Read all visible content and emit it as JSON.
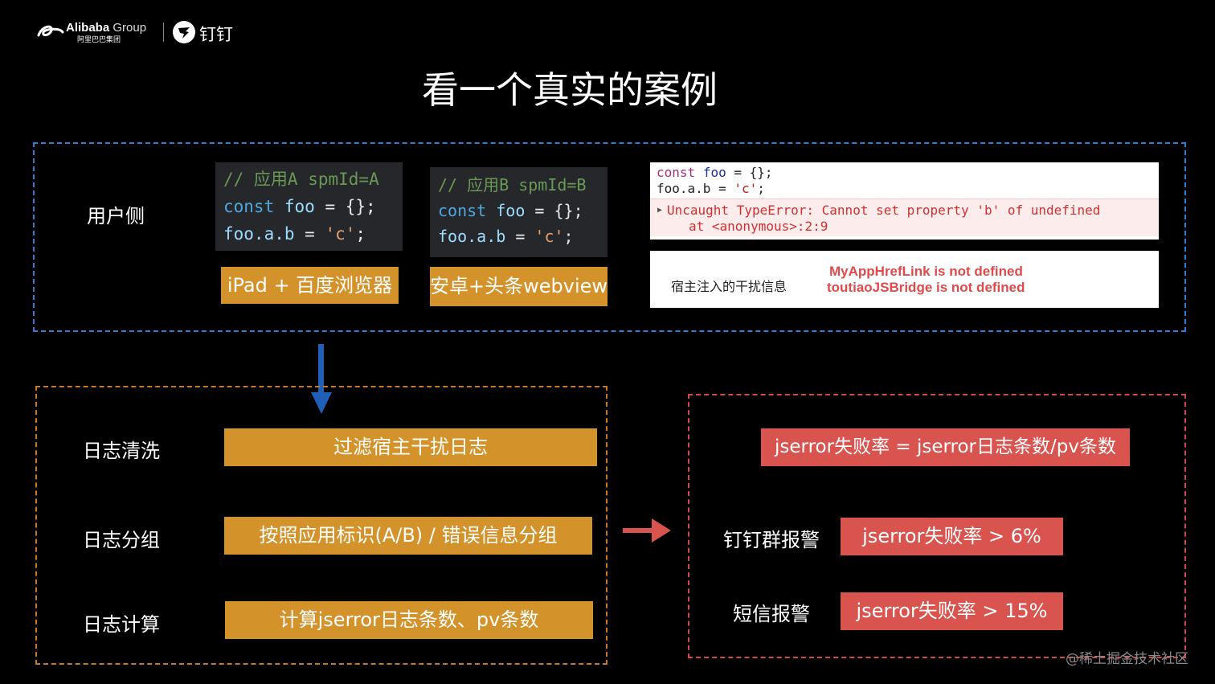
{
  "header": {
    "alibaba_brand": "Alibaba",
    "alibaba_group": "Group",
    "alibaba_sub": "阿里巴巴集团",
    "dingtalk": "钉钉"
  },
  "title": "看一个真实的案例",
  "user_side": {
    "label": "用户侧",
    "code_a": {
      "comment": "// 应用A spmId=A",
      "kw": "const",
      "var": "foo",
      "rest1": " = {};",
      "line2_obj": "foo.a.b",
      "line2_eq": " = ",
      "line2_str": "'c'",
      "line2_end": ";"
    },
    "code_b": {
      "comment": "// 应用B spmId=B",
      "kw": "const",
      "var": "foo",
      "rest1": " = {};",
      "line2_obj": "foo.a.b",
      "line2_eq": " = ",
      "line2_str": "'c'",
      "line2_end": ";"
    },
    "env_a": "iPad + 百度浏览器",
    "env_b": "安卓+头条webview",
    "console": {
      "line1_kw": "const",
      "line1_var": "foo",
      "line1_rest": " = {};",
      "line2": "foo.a.b = ",
      "line2_str": "'c'",
      "line2_end": ";",
      "error": "Uncaught TypeError: Cannot set property 'b' of undefined",
      "error_at": "at <anonymous>:2:9"
    },
    "host_info": {
      "label": "宿主注入的干扰信息",
      "line1": "MyAppHrefLink is not defined",
      "line2": "toutiaoJSBridge is not defined"
    }
  },
  "log_steps": [
    {
      "label": "日志清洗",
      "box": "过滤宿主干扰日志"
    },
    {
      "label": "日志分组",
      "box": "按照应用标识(A/B) / 错误信息分组"
    },
    {
      "label": "日志计算",
      "box": "计算jserror日志条数、pv条数"
    }
  ],
  "metrics": {
    "formula": "jserror失败率 = jserror日志条数/pv条数",
    "alerts": [
      {
        "label": "钉钉群报警",
        "box": "jserror失败率 > 6%"
      },
      {
        "label": "短信报警",
        "box": "jserror失败率 > 15%"
      }
    ]
  },
  "watermark": "@稀土掘金技术社区",
  "colors": {
    "background": "#000000",
    "blue_dash": "#2d7fd9",
    "orange": "#d4922a",
    "red": "#d9534f",
    "arrow_blue": "#1f5fb8",
    "arrow_red": "#d9534f"
  }
}
